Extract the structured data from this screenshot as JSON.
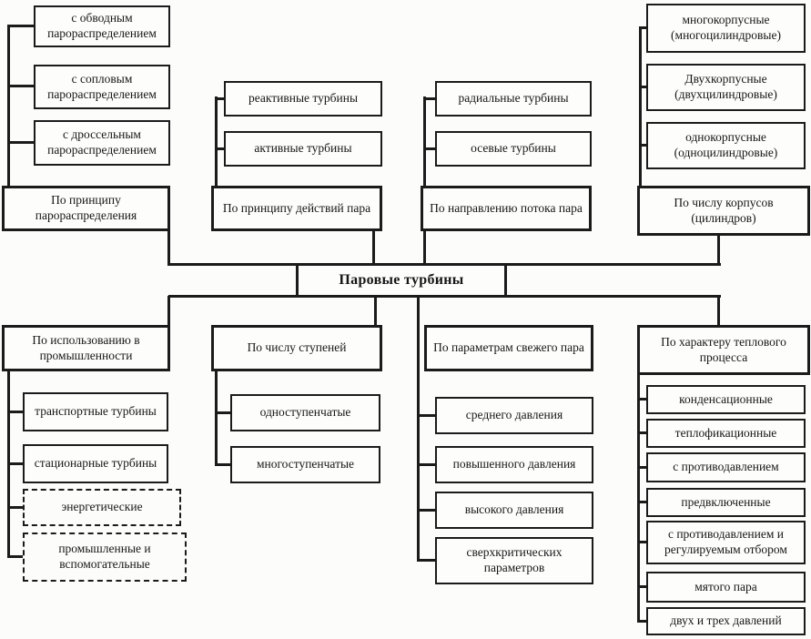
{
  "root": {
    "label": "Паровые турбины"
  },
  "colors": {
    "line": "#1b1b1b",
    "paper": "#fcfcfa",
    "box_fill": "#fdfdfc"
  },
  "groups": {
    "top": [
      {
        "header": "По принципу парораспределения",
        "children": [
          "с обводным парораспределением",
          "с сопловым парораспределением",
          "с дроссельным парораспределением"
        ]
      },
      {
        "header": "По принципу действий пара",
        "children": [
          "реактивные турбины",
          "активные турбины"
        ]
      },
      {
        "header": "По направлению потока пара",
        "children": [
          "радиальные турбины",
          "осевые турбины"
        ]
      },
      {
        "header": "По числу корпусов (цилиндров)",
        "children": [
          "многокорпусные (многоцилиндровые)",
          "Двухкорпусные (двухцилиндровые)",
          "однокорпусные (одноцилиндровые)"
        ]
      }
    ],
    "bottom": [
      {
        "header": "По использованию в промышленности",
        "children": [
          "транспортные турбины",
          "стационарные турбины",
          "энергетические",
          "промышленные и вспомогательные"
        ]
      },
      {
        "header": "По числу ступеней",
        "children": [
          "одноступенчатые",
          "многоступенчатые"
        ]
      },
      {
        "header": "По параметрам свежего пара",
        "children": [
          "среднего давления",
          "повышенного давления",
          "высокого давления",
          "сверхкритических параметров"
        ]
      },
      {
        "header": "По характеру теплового процесса",
        "children": [
          "конденсационные",
          "теплофикационные",
          "с противодавлением",
          "предвключенные",
          "с противодавлением и регулируемым отбором",
          "мятого пара",
          "двух и трех давлений"
        ]
      }
    ]
  }
}
